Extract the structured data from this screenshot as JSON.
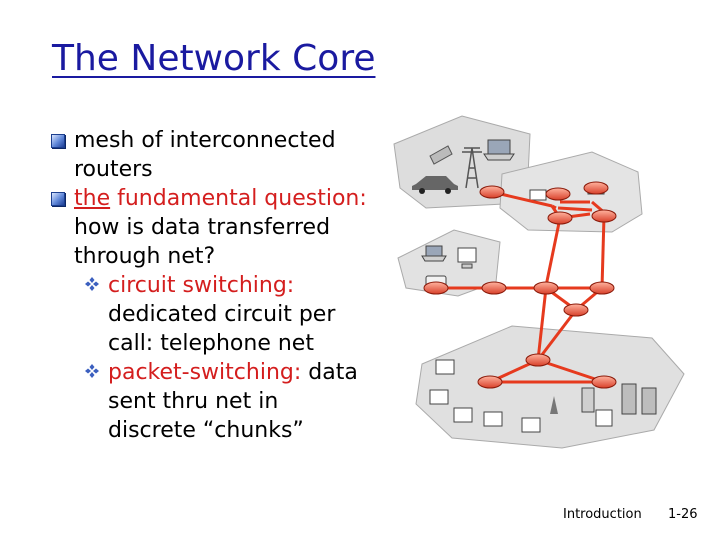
{
  "slide": {
    "title": "The Network Core",
    "bullet1": {
      "line1": "mesh of interconnected",
      "line2": "routers"
    },
    "bullet2": {
      "emph": "the",
      "rest": " fundamental question:",
      "line2": "how is data transferred",
      "line3": "through net?"
    },
    "sub1": {
      "label": "circuit switching:",
      "line2": "dedicated circuit per",
      "line3": "call: telephone net"
    },
    "sub2": {
      "label": "packet-switching:",
      "rest": " data",
      "line2": "sent thru net in",
      "line3": "discrete “chunks”"
    }
  },
  "footer": {
    "section": "Introduction",
    "page": "1-26"
  },
  "colors": {
    "title": "#1a1aa0",
    "highlight": "#d41e1e",
    "router": "#e8573c",
    "link": "#e63a1e",
    "cloud": "#d9d9d9"
  },
  "icons": {
    "bullet_l1": "blue-square-bullet-icon",
    "bullet_l2": "four-diamond-bullet-icon"
  }
}
